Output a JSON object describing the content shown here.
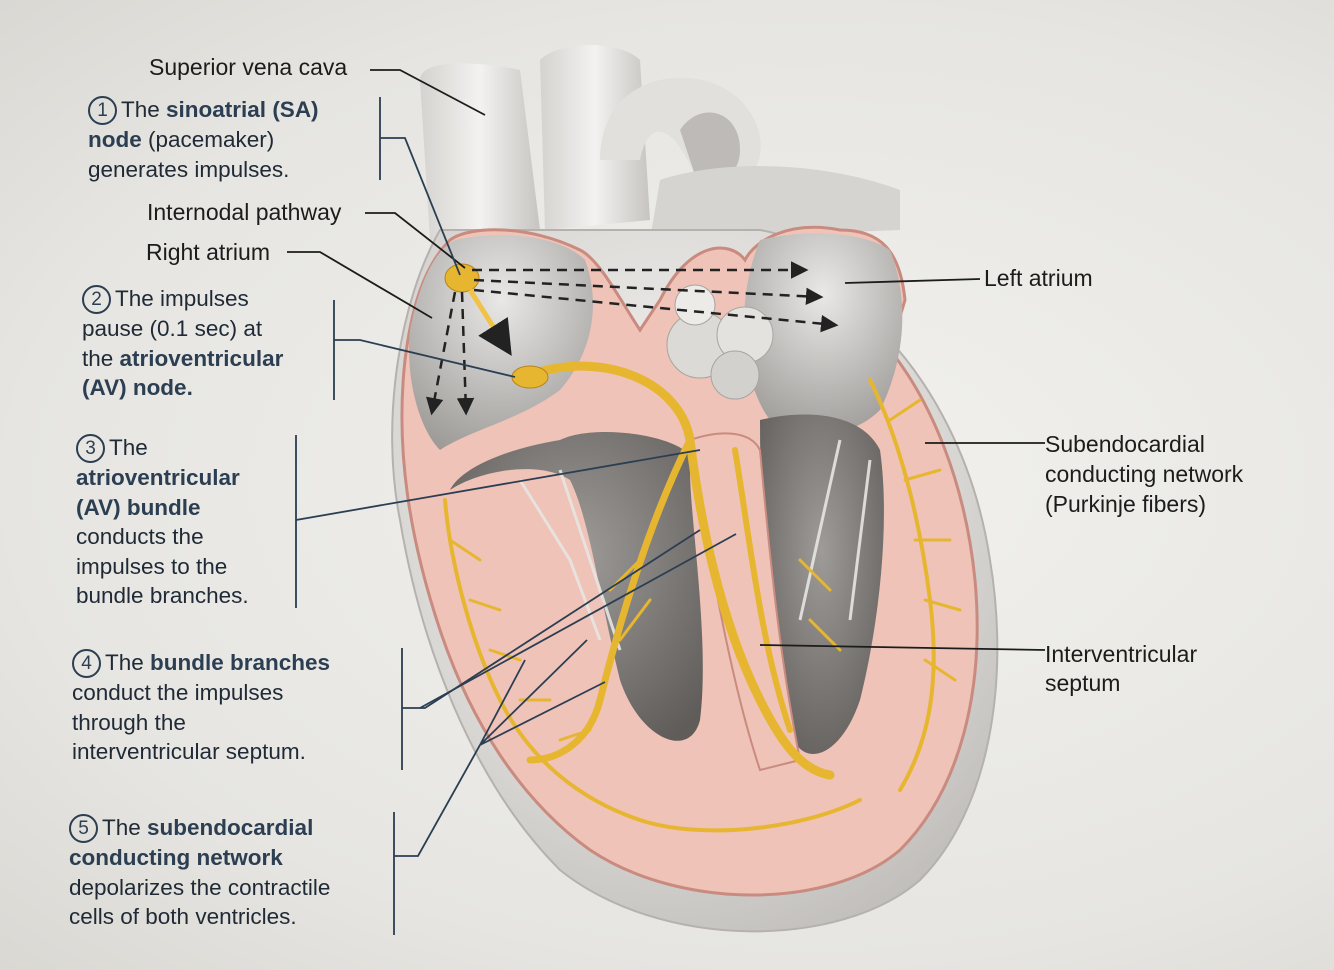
{
  "labels": {
    "svc": "Superior vena cava",
    "internodal": "Internodal pathway",
    "right_atrium": "Right atrium",
    "left_atrium": "Left atrium",
    "purkinje_1": "Subendocardial",
    "purkinje_2": "conducting network",
    "purkinje_3": "(Purkinje fibers)",
    "septum_1": "Interventricular",
    "septum_2": "septum"
  },
  "steps": [
    {
      "num": "1",
      "lines": [
        [
          "The ",
          {
            "b": "sinoatrial (SA)"
          }
        ],
        [
          {
            "b": "node"
          },
          " (pacemaker)"
        ],
        [
          "generates impulses."
        ]
      ]
    },
    {
      "num": "2",
      "lines": [
        [
          "The impulses"
        ],
        [
          "pause (0.1 sec) at"
        ],
        [
          "the ",
          {
            "b": "atrioventricular"
          }
        ],
        [
          {
            "b": "(AV) node."
          }
        ]
      ]
    },
    {
      "num": "3",
      "lines": [
        [
          "The"
        ],
        [
          {
            "b": "atrioventricular"
          }
        ],
        [
          {
            "b": "(AV) bundle"
          }
        ],
        [
          "conducts the"
        ],
        [
          "impulses to the"
        ],
        [
          "bundle branches."
        ]
      ]
    },
    {
      "num": "4",
      "lines": [
        [
          "The ",
          {
            "b": "bundle branches"
          }
        ],
        [
          "conduct the impulses"
        ],
        [
          "through the"
        ],
        [
          "interventricular septum."
        ]
      ]
    },
    {
      "num": "5",
      "lines": [
        [
          "The ",
          {
            "b": "subendocardial"
          }
        ],
        [
          {
            "b": "conducting network"
          }
        ],
        [
          "depolarizes the contractile"
        ],
        [
          "cells of both ventricles."
        ]
      ]
    }
  ]
}
